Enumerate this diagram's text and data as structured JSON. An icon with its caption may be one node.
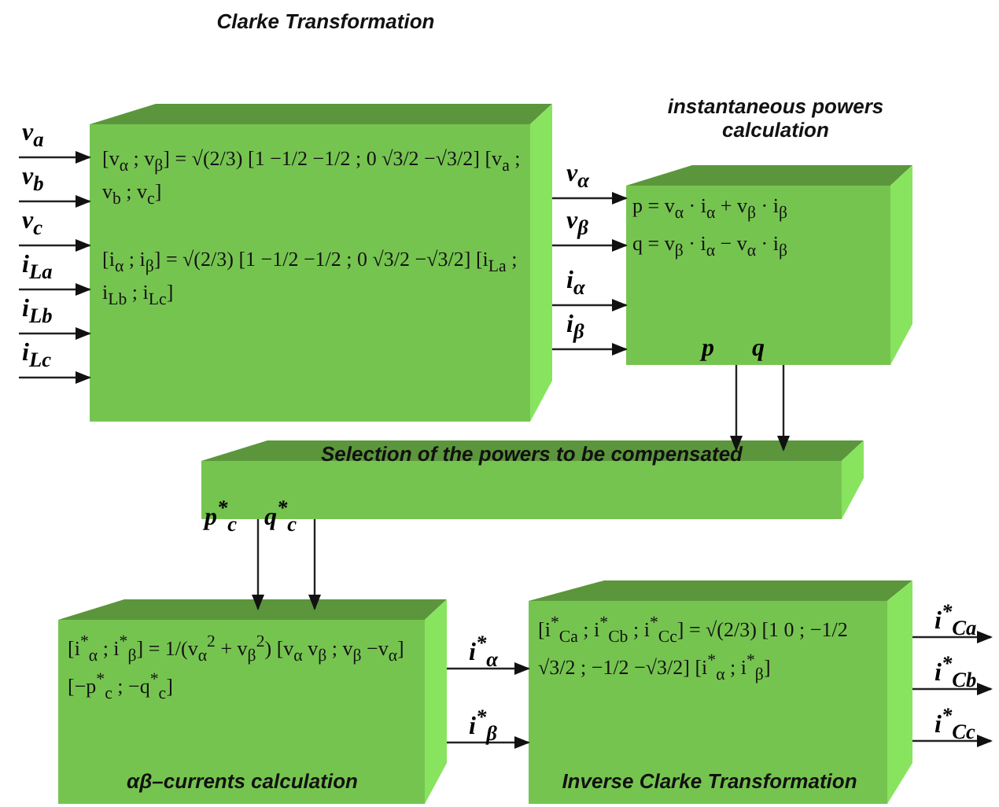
{
  "diagram": {
    "nodes": [
      {
        "text": [
          "Clarke Transformation",
          "[v$_{α}$ ; v$_{β}$] = √(2/3) [1 −1/2 −1/2 ; 0 √3/2 −√3/2] [v$_{a}$ ; v$_{b}$ ; v$_{c}$]",
          "[i$_{α}$ ; i$_{β}$] = √(2/3) [1 −1/2 −1/2 ; 0 √3/2 −√3/2] [i$_{La}$ ; i$_{Lb}$ ; i$_{Lc}$]"
        ]
      },
      {
        "text": [
          "instantaneous powers calculation",
          "p = v$_{α}$ · i$_{α}$ + v$_{β}$ · i$_{β}$",
          "q = v$_{β}$ · i$_{α}$ − v$_{α}$ · i$_{β}$"
        ]
      },
      {
        "text": [
          "Selection of the powers to be compensated"
        ]
      },
      {
        "text": [
          "[i$^{*}$$_{α}$ ; i$^{*}$$_{β}$] = 1/(v$_{α}$$^{2}$ + v$_{β}$$^{2}$) [v$_{α}$ v$_{β}$ ; v$_{β}$ −v$_{α}$] [−p$^{*}$$_{c}$ ; −q$^{*}$$_{c}$]",
          "αβ–currents calculation"
        ]
      },
      {
        "text": [
          "[i$^{*}$$_{Ca}$ ; i$^{*}$$_{Cb}$ ; i$^{*}$$_{Cc}$] = √(2/3) [1 0 ; −1/2 √3/2 ; −1/2 −√3/2] [i$^{*}$$_{α}$ ; i$^{*}$$_{β}$]",
          "Inverse Clarke Transformation"
        ]
      }
    ],
    "edges": [
      {
        "from": null,
        "to": 0,
        "arrow": "to",
        "label": "v$_{a}$"
      },
      {
        "from": null,
        "to": 0,
        "arrow": "to",
        "label": "v$_{b}$"
      },
      {
        "from": null,
        "to": 0,
        "arrow": "to",
        "label": "v$_{c}$"
      },
      {
        "from": null,
        "to": 0,
        "arrow": "to",
        "label": "i$_{La}$"
      },
      {
        "from": null,
        "to": 0,
        "arrow": "to",
        "label": "i$_{Lb}$"
      },
      {
        "from": null,
        "to": 0,
        "arrow": "to",
        "label": "i$_{Lc}$"
      },
      {
        "from": 0,
        "to": 1,
        "arrow": "to",
        "label": "v$_{α}$"
      },
      {
        "from": 0,
        "to": 1,
        "arrow": "to",
        "label": "v$_{β}$"
      },
      {
        "from": 0,
        "to": 1,
        "arrow": "to",
        "label": "i$_{α}$"
      },
      {
        "from": 0,
        "to": 1,
        "arrow": "to",
        "label": "i$_{β}$"
      },
      {
        "from": 1,
        "to": 2,
        "arrow": "to",
        "label": "p"
      },
      {
        "from": 1,
        "to": 2,
        "arrow": "to",
        "label": "q"
      },
      {
        "from": 2,
        "to": 3,
        "arrow": "to",
        "label": "p$^{*}$$_{c}$"
      },
      {
        "from": 2,
        "to": 3,
        "arrow": "to",
        "label": "q$^{*}$$_{c}$"
      },
      {
        "from": 3,
        "to": 4,
        "arrow": "to",
        "label": "i$^{*}$$_{α}$"
      },
      {
        "from": 3,
        "to": 4,
        "arrow": "to",
        "label": "i$^{*}$$_{β}$"
      },
      {
        "from": 4,
        "to": null,
        "arrow": "to",
        "label": "i$^{*}$$_{Ca}$"
      },
      {
        "from": 4,
        "to": null,
        "arrow": "to",
        "label": "i$^{*}$$_{Cb}$"
      },
      {
        "from": 4,
        "to": null,
        "arrow": "to",
        "label": "i$^{*}$$_{Cc}$"
      }
    ]
  }
}
